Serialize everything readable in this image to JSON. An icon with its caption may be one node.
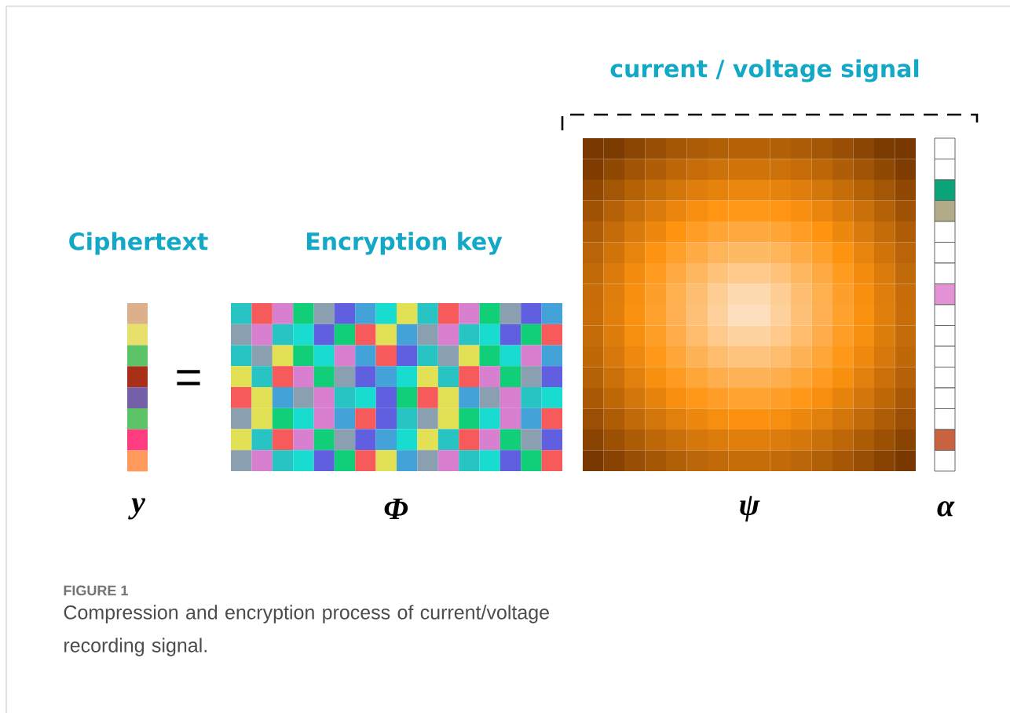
{
  "diagram": {
    "caption": "Compression and encryption process of current/voltage recording signal.",
    "labels": [
      "current / voltage signal",
      "Ciphertext",
      "Encryption key",
      "=",
      "y",
      "Φ",
      "ψ",
      "α",
      "FIGURE 1"
    ]
  }
}
